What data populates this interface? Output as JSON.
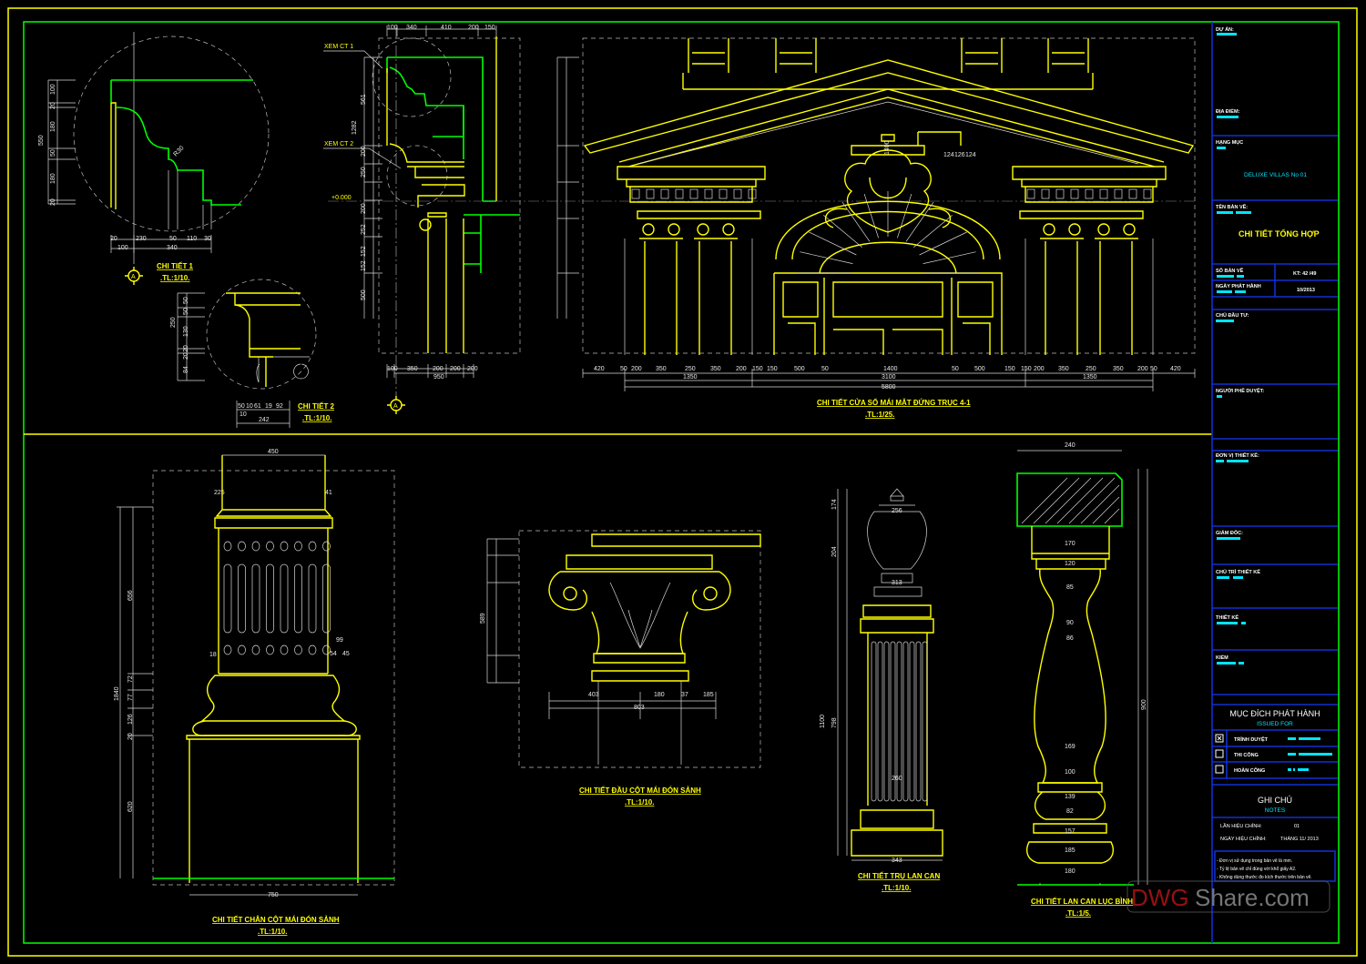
{
  "colors": {
    "frame_outer": "#ffff00",
    "frame_inner": "#00ff00",
    "title_block_lines": "#1030d0",
    "drawing_main": "#ffff00",
    "drawing_profile": "#00ff00",
    "dimensions": "#d8d8d8",
    "title_block_accent": "#00e5ff"
  },
  "views": {
    "detail1": {
      "title": "CHI TIẾT 1",
      "scale": ".TL:1/10.",
      "axis": "A",
      "dims_v": [
        "550",
        "100",
        "20",
        "180",
        "50",
        "180",
        "20"
      ],
      "dims_h": [
        "20",
        "230",
        "50",
        "110",
        "30",
        "100",
        "340"
      ],
      "radius": "R30"
    },
    "detail2": {
      "title": "CHI TIẾT 2",
      "scale": ".TL:1/10.",
      "dims_v": [
        "250",
        "50",
        "50",
        "130",
        "20",
        "20",
        "84"
      ],
      "dims_h": [
        "50",
        "10",
        "61",
        "19",
        "92",
        "10",
        "242"
      ]
    },
    "section": {
      "callout1": "XEM CT 1",
      "callout2": "XEM CT 2",
      "level": "+0.000",
      "axis": "A",
      "dims_top": [
        "100",
        "340",
        "410",
        "200",
        "150"
      ],
      "dims_bottom": [
        "100",
        "350",
        "200",
        "200",
        "200",
        "950"
      ],
      "dims_v": [
        "561",
        "1282",
        "200",
        "250",
        "200",
        "252",
        "152",
        "152",
        "500"
      ]
    },
    "pediment": {
      "title": "CHI TIẾT CỬA SỔ MÁI MẶT ĐỨNG TRỤC 4-1",
      "scale": ".TL:1/25.",
      "dims_row": [
        "420",
        "50",
        "200",
        "350",
        "250",
        "350",
        "200",
        "150",
        "150",
        "500",
        "50",
        "1400",
        "50",
        "500",
        "150",
        "150",
        "200",
        "350",
        "250",
        "350",
        "200",
        "50",
        "420"
      ],
      "dims_sub": [
        "1350",
        "3100",
        "1350"
      ],
      "dims_total": "5800",
      "dim_center": "1400",
      "dims_top": [
        "124",
        "126",
        "124"
      ]
    },
    "column_base": {
      "title": "CHI TIẾT CHÂN CỘT MÁI ĐÓN SẢNH",
      "scale": ".TL:1/10.",
      "dims": [
        "450",
        "225",
        "41",
        "99",
        "54",
        "45",
        "18",
        "1840",
        "656",
        "72",
        "77",
        "126",
        "20",
        "620",
        "750"
      ]
    },
    "capital": {
      "title": "CHI TIẾT ĐẦU CỘT MÁI ĐÓN SẢNH",
      "scale": ".TL:1/10.",
      "dims": [
        "403",
        "180",
        "37",
        "185",
        "803",
        "589"
      ]
    },
    "post": {
      "title": "CHI TIẾT TRỤ LAN CAN",
      "scale": ".TL:1/10.",
      "dims": [
        "174",
        "204",
        "1100",
        "798",
        "256",
        "313",
        "260",
        "343"
      ]
    },
    "baluster": {
      "title": "CHI TIẾT LAN CAN LỤC BÌNH",
      "scale": ".TL:1/5.",
      "dims": [
        "240",
        "170",
        "120",
        "85",
        "90",
        "86",
        "169",
        "100",
        "139",
        "82",
        "157",
        "185",
        "180",
        "900"
      ]
    }
  },
  "title_block": {
    "project_label": "DỰ ÁN:",
    "location_label": "ĐỊA ĐIỂM:",
    "category_label": "HẠNG MỤC",
    "category_value": "DELUXE VILLAS No 01",
    "drawing_name_label": "TÊN BẢN VẼ:",
    "drawing_name_value": "CHI TIẾT TỔNG HỢP",
    "sheet_no_label": "SỐ BẢN VẼ",
    "sheet_kt": "KT: 42 /49",
    "issue_date_label": "NGÀY PHÁT HÀNH",
    "issue_date_value": "10/2013",
    "owner_label": "CHỦ ĐẦU TƯ:",
    "approver_label": "NGƯỜI PHÊ DUYỆT:",
    "design_unit_label": "ĐƠN VỊ THIẾT KẾ:",
    "director_label": "GIÁM ĐỐC:",
    "lead_designer_label": "CHỦ TRÌ THIẾT KẾ",
    "designer_label": "THIẾT KẾ",
    "checker_label": "KIỂM",
    "issued_for_title": "MỤC ĐÍCH PHÁT HÀNH",
    "issued_for_sub": "ISSUED FOR",
    "issued_for_options": [
      {
        "label": "TRÌNH DUYỆT",
        "checked": true
      },
      {
        "label": "THI CÔNG",
        "checked": false
      },
      {
        "label": "HOÀN CÔNG",
        "checked": false
      }
    ],
    "notes_title": "GHI CHÚ",
    "notes_sub": "NOTES",
    "revision_label": "LẦN HIỆU CHỈNH:",
    "revision_value": "01",
    "revision_date_label": "NGÀY HIỆU CHỈNH:",
    "revision_date_value": "THÁNG 11/ 2013",
    "notes": [
      "- Đơn vị sử dụng trong bản vẽ là mm.",
      "- Tỷ lệ bản vẽ chỉ đúng với khổ giấy A2.",
      "- Không dùng thước đo kích thước trên bản vẽ."
    ]
  },
  "watermark": {
    "part1": "DWG",
    "part2": "Share.com"
  }
}
